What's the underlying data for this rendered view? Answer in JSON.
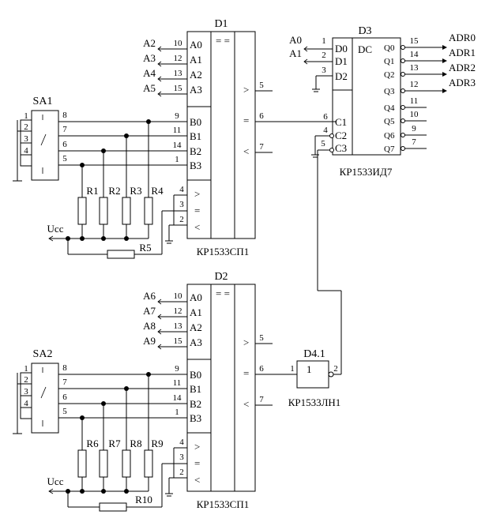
{
  "d1": {
    "ref": "D1",
    "type": "КР1533СП1",
    "func": "= =",
    "a_labels": [
      "A0",
      "A1",
      "A2",
      "A3"
    ],
    "a_pins": [
      "10",
      "12",
      "13",
      "15"
    ],
    "a_signals": [
      "A2",
      "A3",
      "A4",
      "A5"
    ],
    "b_labels": [
      "B0",
      "B1",
      "B2",
      "B3"
    ],
    "b_pins": [
      "9",
      "11",
      "14",
      "1"
    ],
    "cin_symbols": [
      ">",
      "=",
      "<"
    ],
    "cin_pins": [
      "4",
      "3",
      "2"
    ],
    "out_symbols": [
      ">",
      "=",
      "<"
    ],
    "out_pins": [
      "5",
      "6",
      "7"
    ]
  },
  "d2": {
    "ref": "D2",
    "type": "КР1533СП1",
    "func": "= =",
    "a_labels": [
      "A0",
      "A1",
      "A2",
      "A3"
    ],
    "a_pins": [
      "10",
      "12",
      "13",
      "15"
    ],
    "a_signals": [
      "A6",
      "A7",
      "A8",
      "A9"
    ],
    "b_labels": [
      "B0",
      "B1",
      "B2",
      "B3"
    ],
    "b_pins": [
      "9",
      "11",
      "14",
      "1"
    ],
    "cin_symbols": [
      ">",
      "=",
      "<"
    ],
    "cin_pins": [
      "4",
      "3",
      "2"
    ],
    "out_symbols": [
      ">",
      "=",
      "<"
    ],
    "out_pins": [
      "5",
      "6",
      "7"
    ]
  },
  "d3": {
    "ref": "D3",
    "type": "КР1533ИД7",
    "func": "DC",
    "in_labels": [
      "D0",
      "D1",
      "D2"
    ],
    "in_pins": [
      "1",
      "2",
      "3"
    ],
    "in_signals": [
      "A0",
      "A1"
    ],
    "en_labels": [
      "C1",
      "C2",
      "C3"
    ],
    "en_pins": [
      "6",
      "4",
      "5"
    ],
    "q_labels": [
      "Q0",
      "Q1",
      "Q2",
      "Q3",
      "Q4",
      "Q5",
      "Q6",
      "Q7"
    ],
    "q_pins": [
      "15",
      "14",
      "13",
      "12",
      "11",
      "10",
      "9",
      "7"
    ],
    "q_signals": [
      "ADR0",
      "ADR1",
      "ADR2",
      "ADR3"
    ]
  },
  "d4": {
    "ref": "D4.1",
    "func": "1",
    "type": "КР1533ЛН1",
    "pin_in": "1",
    "pin_out": "2"
  },
  "sa1": {
    "ref": "SA1",
    "left_pins": [
      "1",
      "2",
      "3",
      "4"
    ],
    "right_pins": [
      "8",
      "7",
      "6",
      "5"
    ]
  },
  "sa2": {
    "ref": "SA2",
    "left_pins": [
      "1",
      "2",
      "3",
      "4"
    ],
    "right_pins": [
      "8",
      "7",
      "6",
      "5"
    ]
  },
  "res_top": [
    "R1",
    "R2",
    "R3",
    "R4"
  ],
  "res_bot": [
    "R6",
    "R7",
    "R8",
    "R9"
  ],
  "r5": "R5",
  "r10": "R10",
  "ucc": "Ucc"
}
